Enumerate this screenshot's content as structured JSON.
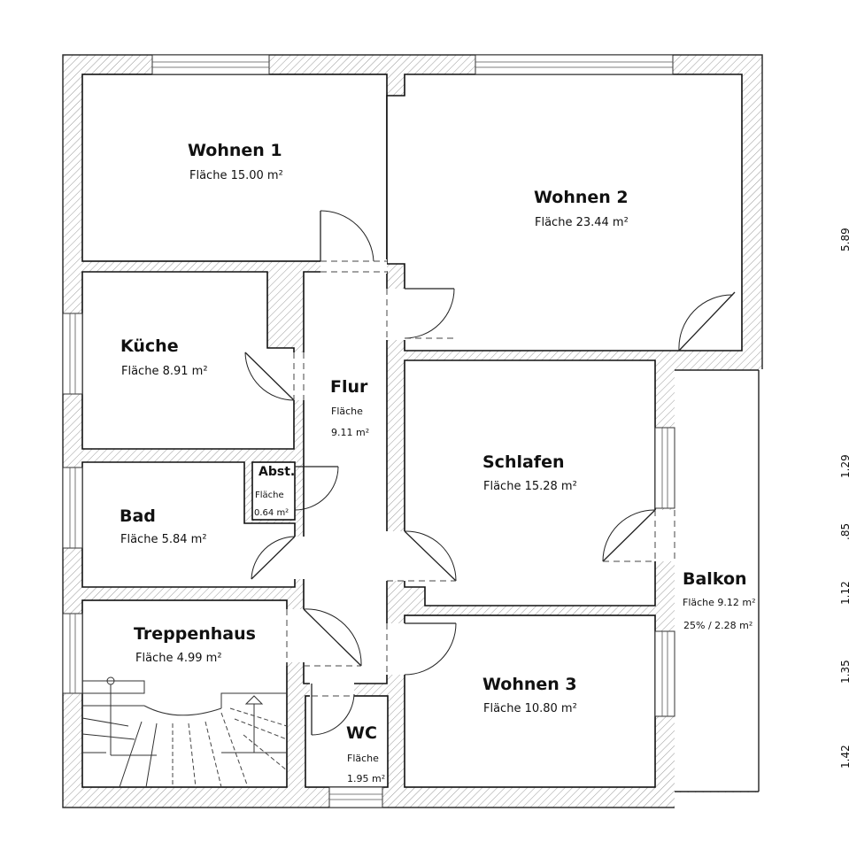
{
  "rooms": {
    "wohnen1": {
      "name": "Wohnen 1",
      "area": "Fläche 15.00 m²"
    },
    "wohnen2": {
      "name": "Wohnen 2",
      "area": "Fläche 23.44 m²"
    },
    "kueche": {
      "name": "Küche",
      "area": "Fläche 8.91 m²"
    },
    "flur": {
      "name": "Flur",
      "area_label": "Fläche",
      "area_value": "9.11 m²"
    },
    "abst": {
      "name": "Abst.",
      "area_label": "Fläche",
      "area_value": "0.64 m²"
    },
    "bad": {
      "name": "Bad",
      "area": "Fläche 5.84 m²"
    },
    "schlafen": {
      "name": "Schlafen",
      "area": "Fläche 15.28 m²"
    },
    "treppenhaus": {
      "name": "Treppenhaus",
      "area": "Fläche 4.99 m²"
    },
    "wohnen3": {
      "name": "Wohnen 3",
      "area": "Fläche 10.80 m²"
    },
    "wc": {
      "name": "WC",
      "area_label": "Fläche",
      "area_value": "1.95 m²"
    },
    "balkon": {
      "name": "Balkon",
      "area": "Fläche 9.12 m²",
      "share": "25% / 2.28 m²"
    }
  },
  "dimensions": [
    "5.89",
    "1.29",
    ".85",
    "1.12",
    "1.35",
    "1.42"
  ],
  "colors": {
    "wall_hatch": "#9a9a9a",
    "line": "#111111",
    "background": "#ffffff"
  }
}
